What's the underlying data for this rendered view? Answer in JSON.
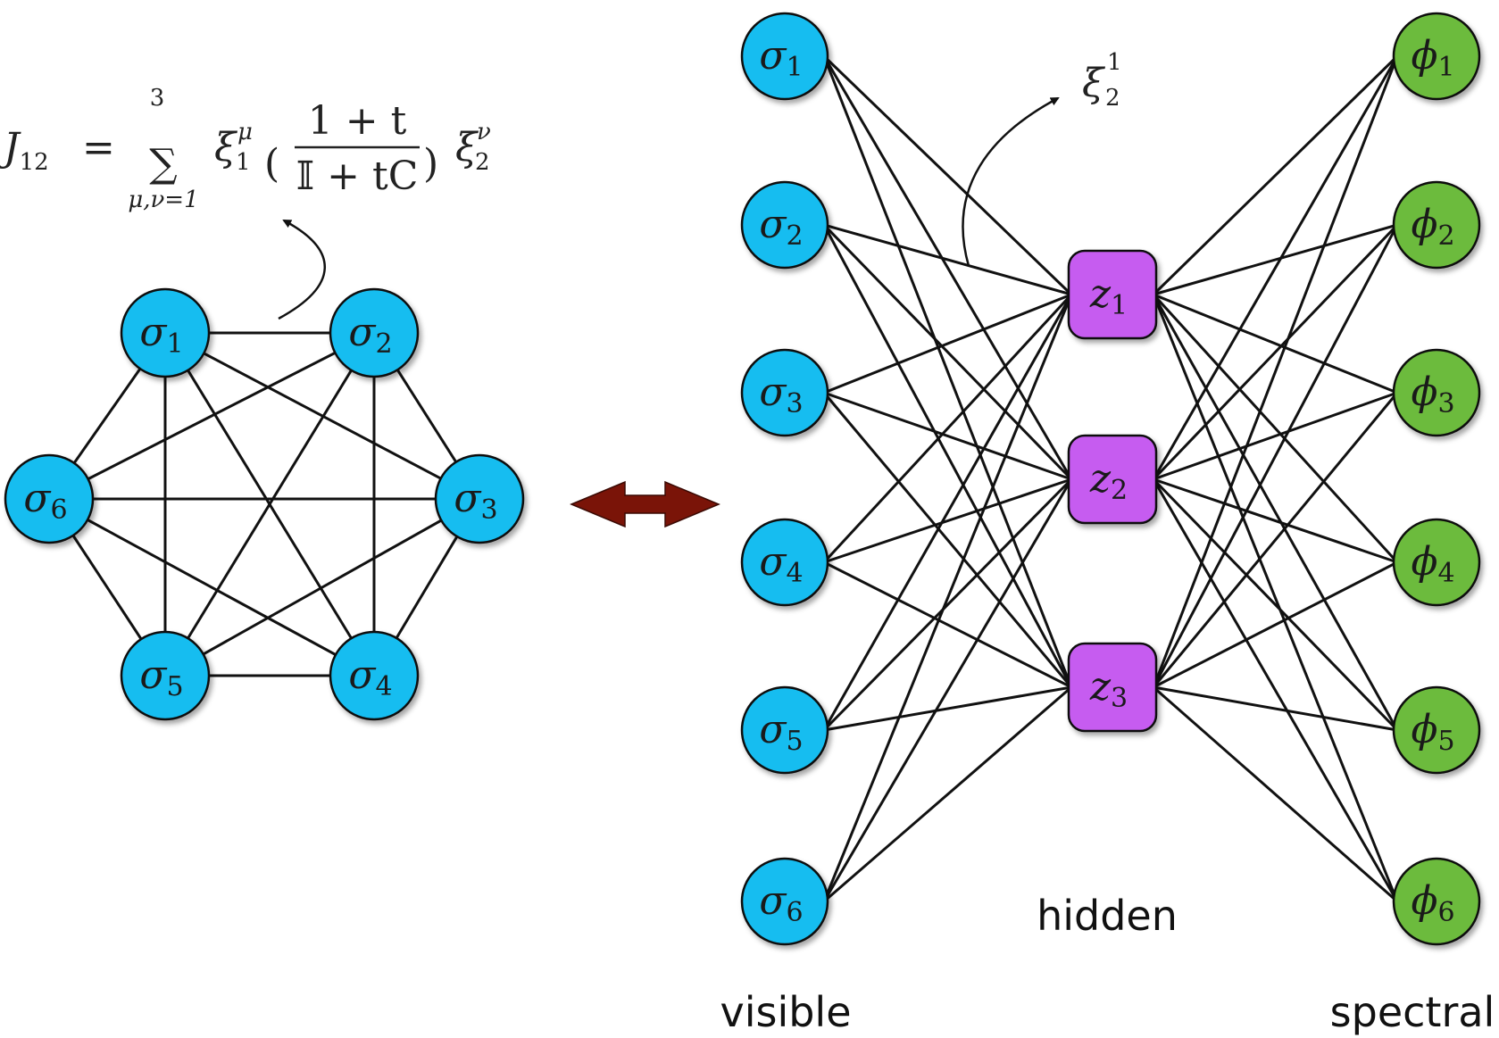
{
  "formula": {
    "lhs_symbol": "J",
    "lhs_sub": "12",
    "equals": "=",
    "sum_symbol": "∑",
    "sum_upper": "3",
    "sum_lower": "μ,ν=1",
    "xi1_symbol": "ξ",
    "xi1_sup": "μ",
    "xi1_sub": "1",
    "numerator": "1 + t",
    "denominator": "𝕀 + tC",
    "xi2_symbol": "ξ",
    "xi2_sup": "ν",
    "xi2_sub": "2",
    "open_paren": "(",
    "close_paren": ")"
  },
  "weight_annotation": {
    "symbol": "ξ",
    "sup": "1",
    "sub": "2"
  },
  "hopfield_nodes": [
    {
      "symbol": "σ",
      "index": "1"
    },
    {
      "symbol": "σ",
      "index": "2"
    },
    {
      "symbol": "σ",
      "index": "3"
    },
    {
      "symbol": "σ",
      "index": "4"
    },
    {
      "symbol": "σ",
      "index": "5"
    },
    {
      "symbol": "σ",
      "index": "6"
    }
  ],
  "visible_nodes": [
    {
      "symbol": "σ",
      "index": "1"
    },
    {
      "symbol": "σ",
      "index": "2"
    },
    {
      "symbol": "σ",
      "index": "3"
    },
    {
      "symbol": "σ",
      "index": "4"
    },
    {
      "symbol": "σ",
      "index": "5"
    },
    {
      "symbol": "σ",
      "index": "6"
    }
  ],
  "hidden_nodes": [
    {
      "symbol": "z",
      "index": "1"
    },
    {
      "symbol": "z",
      "index": "2"
    },
    {
      "symbol": "z",
      "index": "3"
    }
  ],
  "spectral_nodes": [
    {
      "symbol": "ϕ",
      "index": "1"
    },
    {
      "symbol": "ϕ",
      "index": "2"
    },
    {
      "symbol": "ϕ",
      "index": "3"
    },
    {
      "symbol": "ϕ",
      "index": "4"
    },
    {
      "symbol": "ϕ",
      "index": "5"
    },
    {
      "symbol": "ϕ",
      "index": "6"
    }
  ],
  "labels": {
    "hidden": "hidden",
    "visible": "visible",
    "spectral": "spectral"
  },
  "colors": {
    "sigma_node": "#14bdf0",
    "hidden_node": "#c65cf0",
    "spectral_node": "#6cbb3c",
    "edge": "#111111",
    "double_arrow": "#7a1408"
  }
}
